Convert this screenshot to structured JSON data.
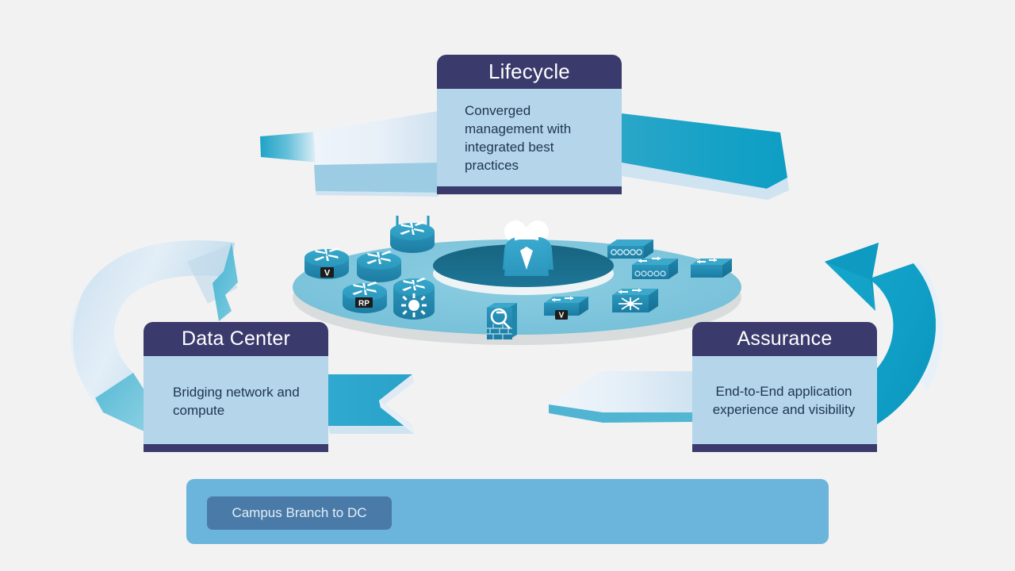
{
  "diagram": {
    "title": "Network lifecycle architecture diagram",
    "background_color": "#f2f2f2"
  },
  "cards": [
    {
      "id": "lifecycle",
      "title": "Lifecycle",
      "body": "Converged management with integrated best practices",
      "header_color": "#3a3a6d",
      "body_color": "#b4d5ea",
      "footer_color": "#3a3a6d"
    },
    {
      "id": "data-center",
      "title": "Data Center",
      "body": "Bridging network and compute",
      "header_color": "#3a3a6d",
      "body_color": "#b4d5ea",
      "footer_color": "#3a3a6d"
    },
    {
      "id": "assurance",
      "title": "Assurance",
      "body": "End-to-End application experience and visibility",
      "header_color": "#3a3a6d",
      "body_color": "#b4d5ea",
      "footer_color": "#3a3a6d"
    }
  ],
  "bottom_bar": {
    "bar_color": "#6bb4dc",
    "pill_label": "Campus Branch to DC",
    "pill_color": "#4a7ba8",
    "pill_text_color": "#e4eef7"
  },
  "platform": {
    "outer_ellipse_color": "#7cc2dc",
    "outer_ellipse_shadow": "#d9dcdc",
    "inner_disc_color": "#1b6c8f",
    "inner_rim_color": "#eef4f6",
    "center_icon": "people-group-icon"
  },
  "arrows": {
    "top_left_color": "#2aa7c8",
    "top_right_color": "#17a5c6",
    "left_color": "#7ecbdd",
    "right_color": "#11a2c8",
    "bottom_left_color": "#3aafd4",
    "bottom_right_color": "#5fb9d4",
    "highlight_color": "#dfeaf4"
  },
  "devices": {
    "router_color": "#2e9ec4",
    "router_dark": "#1b7fa3",
    "switch_color": "#2b9cc4",
    "switch_dark": "#1a7fa5",
    "label_bg": "#202020",
    "label_text": "#ffffff",
    "items": [
      {
        "name": "wireless-router-icon",
        "label": ""
      },
      {
        "name": "router-icon",
        "label": "V"
      },
      {
        "name": "router-icon",
        "label": ""
      },
      {
        "name": "router-icon",
        "label": "RP"
      },
      {
        "name": "multilayer-router-icon",
        "label": ""
      },
      {
        "name": "firewall-icon",
        "label": ""
      },
      {
        "name": "hub-icon",
        "label": ""
      },
      {
        "name": "multilayer-switch-icon",
        "label": ""
      },
      {
        "name": "workgroup-switch-icon",
        "label": ""
      },
      {
        "name": "voice-switch-icon",
        "label": "V"
      },
      {
        "name": "core-switch-icon",
        "label": ""
      }
    ]
  }
}
